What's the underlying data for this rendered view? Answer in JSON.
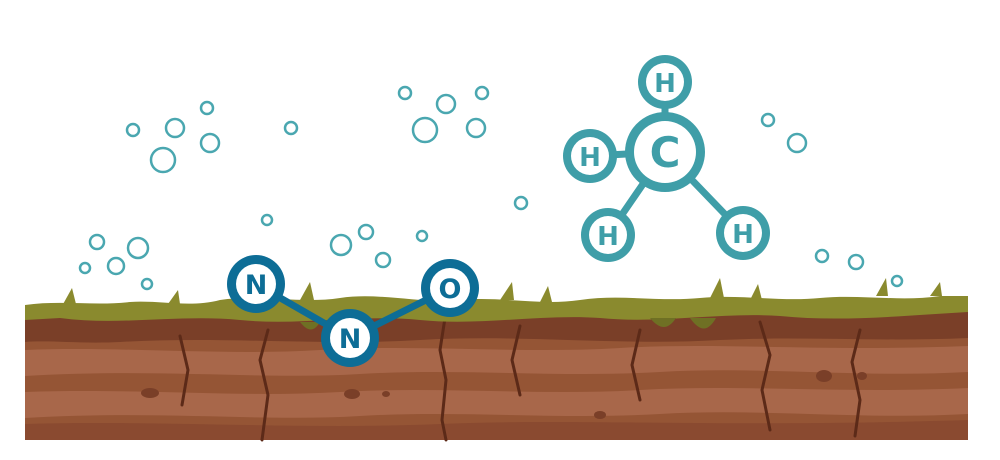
{
  "colors": {
    "background": "#ffffff",
    "methane": "#3f9ea8",
    "nitrous_oxide": "#0d6d96",
    "bubble": "#4aa7b0",
    "grass": "#8a8a2e",
    "grass_dark": "#6f7024",
    "soil_top": "#8a4a30",
    "soil_light": "#a8674a",
    "soil_mid": "#955535",
    "soil_dark": "#7a3f28",
    "crack": "#5c2a18"
  },
  "methane": {
    "center": "C",
    "hydrogens": [
      "H",
      "H",
      "H",
      "H"
    ]
  },
  "nitrous_oxide": {
    "atoms": [
      "N",
      "N",
      "O"
    ]
  }
}
